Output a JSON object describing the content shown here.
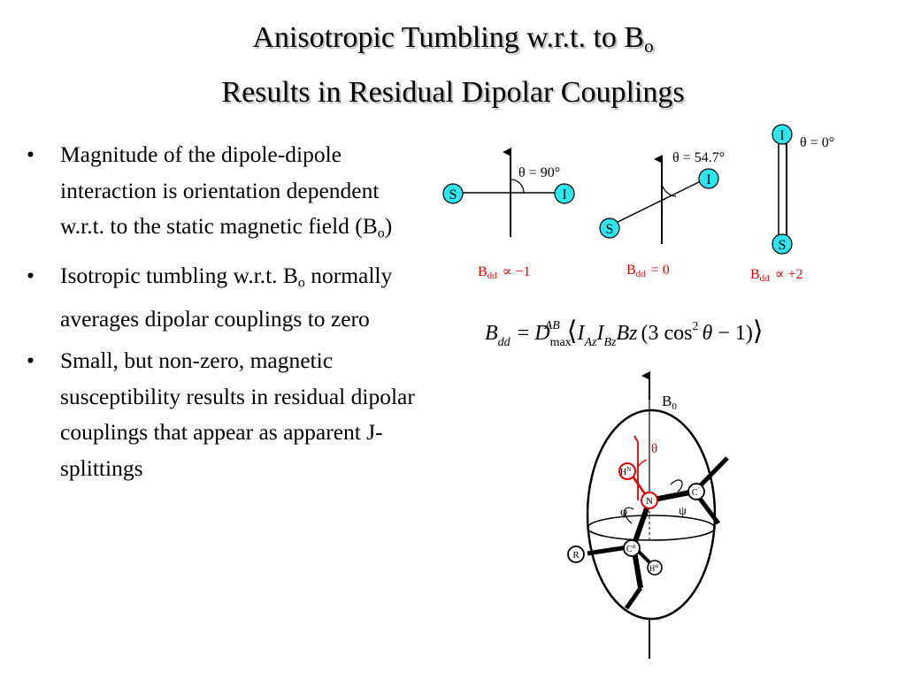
{
  "slide": {
    "title_line1_main": "Anisotropic Tumbling w.r.t. to B",
    "title_line1_sub": "o",
    "title_line2": "Results in Residual Dipolar Couplings"
  },
  "bullets": {
    "marker": "•",
    "b1_main": "Magnitude of the dipole-dipole interaction is orientation dependent w.r.t. to the static magnetic field (B",
    "b1_sub": "o",
    "b1_end": ")",
    "b2_pre": "Isotropic tumbling w.r.t. B",
    "b2_sub": "o",
    "b2_post": " normally averages dipolar couplings to zero",
    "b3": "Small, but non-zero, magnetic susceptibility results in residual dipolar couplings that appear as apparent J-splittings"
  },
  "orientation_diagrams": {
    "d1": {
      "angle": "θ = 90°",
      "atom_s": "S",
      "atom_i": "I",
      "bdd_base": "B",
      "bdd_sub": "dd",
      "bdd_rel": "∝ −1"
    },
    "d2": {
      "angle": "θ = 54.7°",
      "atom_s": "S",
      "atom_i": "I",
      "bdd_base": "B",
      "bdd_sub": "dd",
      "bdd_rel": "= 0"
    },
    "d3": {
      "angle": "θ = 0°",
      "atom_s": "S",
      "atom_i": "I",
      "bdd_base": "B",
      "bdd_sub": "dd",
      "bdd_rel": "∝ +2"
    }
  },
  "equation": {
    "lhs": "B",
    "lhs_sub": "dd",
    "eq": "=",
    "d": "D",
    "d_sup": "AB",
    "d_sub": "max",
    "lang": "⟨",
    "i1": "I",
    "i1_sub": "Az",
    "i2": "I",
    "i2_sub": "Bz",
    "bz": "Bz",
    "paren_open": "(3 cos",
    "pow": "2",
    "theta": "θ",
    "minus_one": " − 1)",
    "rang": "⟩"
  },
  "molecule_figure": {
    "b0": "B",
    "b0_sub": "0",
    "theta": "θ",
    "phi": "φ",
    "psi": "ψ",
    "n": "N",
    "hn": "H",
    "hn_sup": "N",
    "cp": "C",
    "cp_sup": "′",
    "ca": "C",
    "ca_sup": "α",
    "ha": "H",
    "ha_sup": "α",
    "r": "R"
  },
  "colors": {
    "red": "#e00000",
    "cyan": "#2ee6f0",
    "title_shadow": "#b8b8b8"
  }
}
